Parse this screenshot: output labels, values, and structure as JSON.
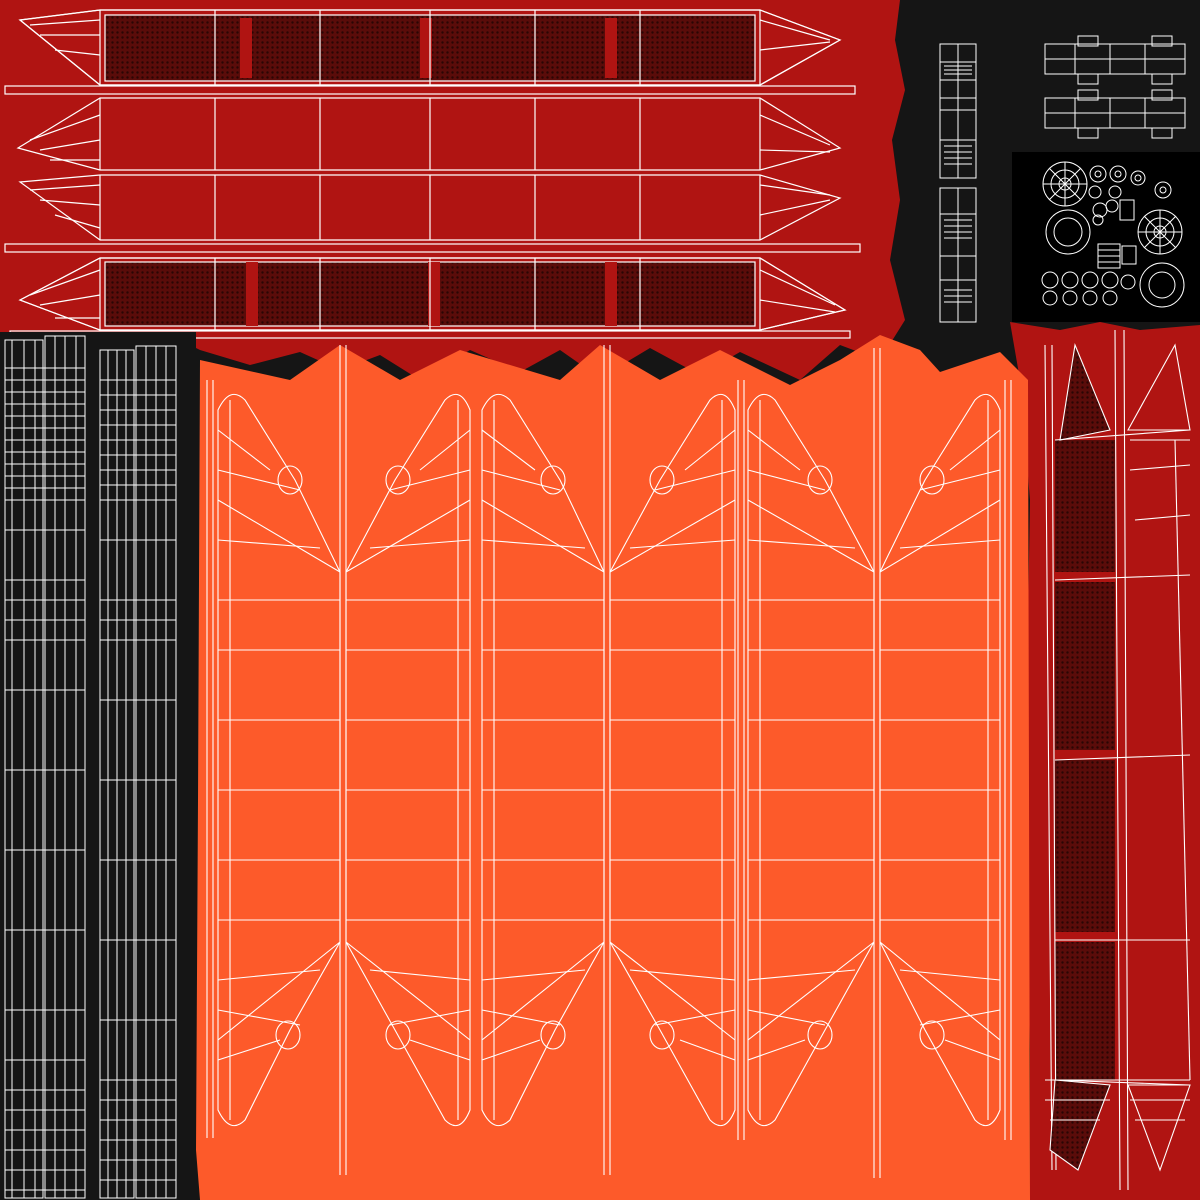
{
  "texture_map": {
    "colors": {
      "red": "#b01412",
      "dark_red_mesh": "#4a0a08",
      "orange": "#fd5a2a",
      "black": "#151515",
      "wire": "#ffffff"
    },
    "islands": [
      {
        "name": "hull-side-strip-top-1",
        "fill": "red",
        "shape": "pointed-strip"
      },
      {
        "name": "hull-side-strip-top-2",
        "fill": "red",
        "shape": "pointed-strip"
      },
      {
        "name": "hull-side-strip-top-3",
        "fill": "red",
        "shape": "pointed-strip"
      },
      {
        "name": "hull-side-strip-top-4",
        "fill": "red",
        "shape": "pointed-strip"
      },
      {
        "name": "hardware-box-parts",
        "fill": "black",
        "shape": "boxes"
      },
      {
        "name": "hardware-round-parts",
        "fill": "black",
        "shape": "circles"
      },
      {
        "name": "black-tube-strips",
        "fill": "black",
        "shape": "columns"
      },
      {
        "name": "orange-pontoon-panels",
        "fill": "orange",
        "shape": "pointed-panels"
      },
      {
        "name": "red-vertical-pontoon",
        "fill": "red",
        "shape": "pointed-strip"
      }
    ]
  }
}
